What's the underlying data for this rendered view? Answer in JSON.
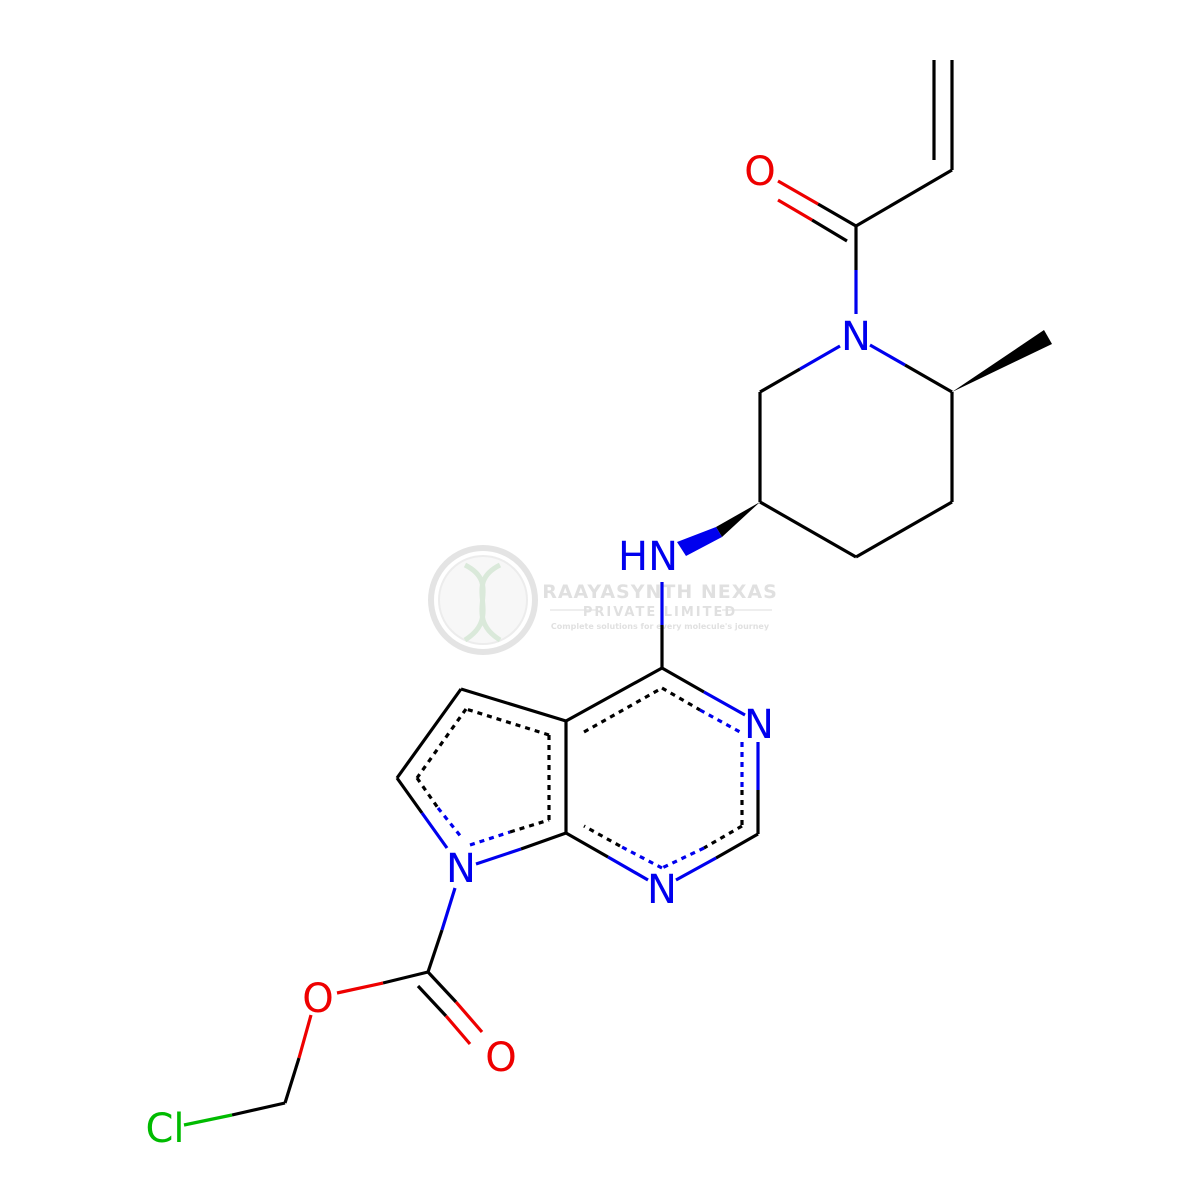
{
  "colors": {
    "carbon": "#000000",
    "nitrogen": "#0000ee",
    "oxygen": "#ee0000",
    "chlorine": "#00bb00",
    "watermark": "#c8c8c8"
  },
  "atoms": {
    "o_acryl": "O",
    "n_pip": "N",
    "nh": "HN",
    "n_pyr_top": "N",
    "n_pyr_bottom": "N",
    "n_pyrrole": "N",
    "o_ester": "O",
    "o_carbonyl": "O",
    "cl": "Cl"
  },
  "watermark": {
    "title": "RAAYASYNTH NEXAS",
    "subtitle": "PRIVATE LIMITED",
    "tagline": "Complete solutions for every molecule's journey"
  }
}
